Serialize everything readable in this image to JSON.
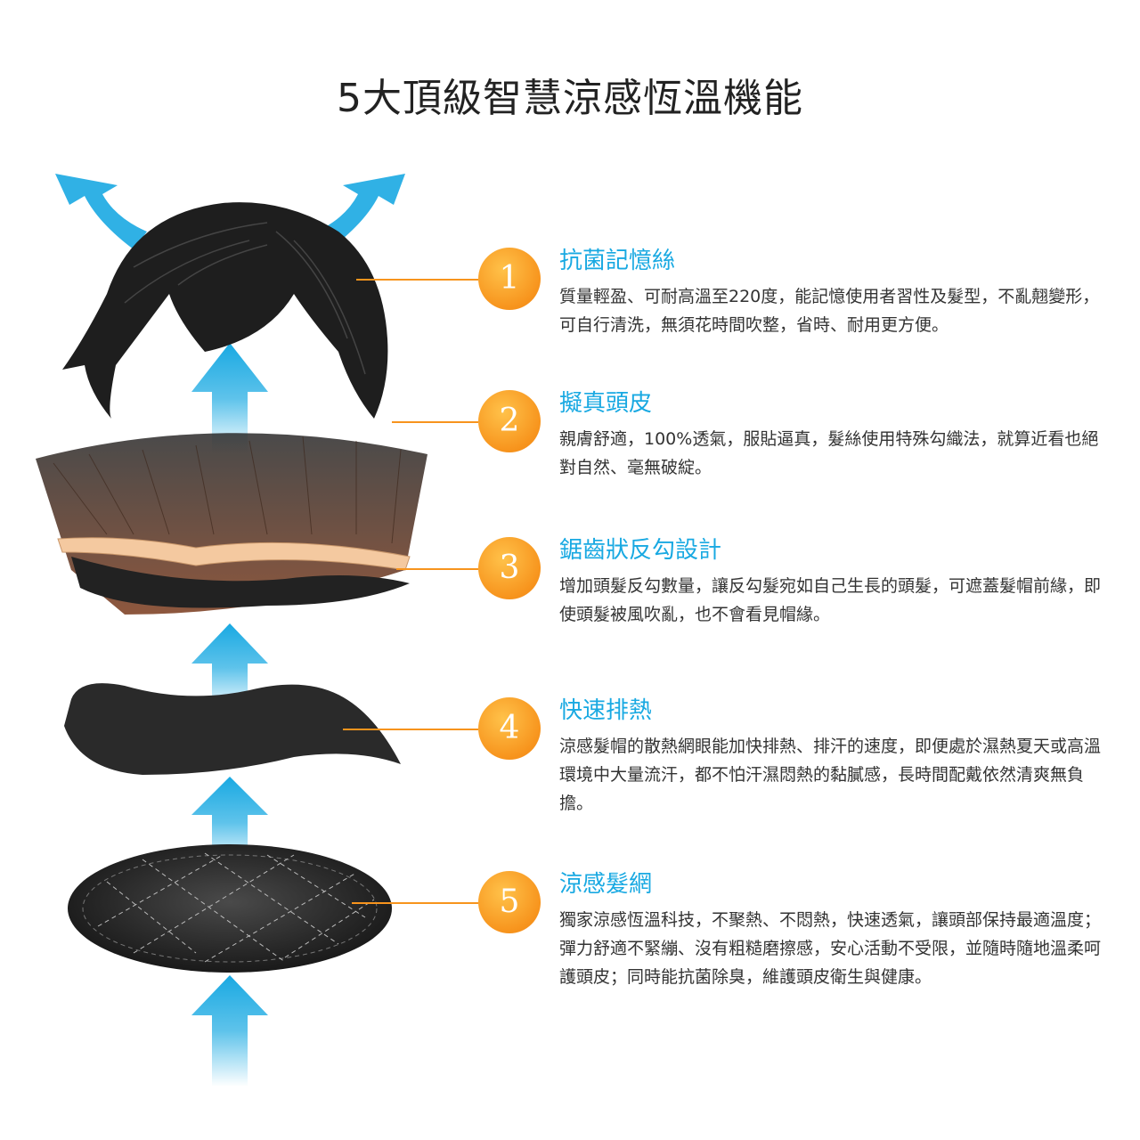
{
  "title": "5大頂級智慧涼感恆溫機能",
  "colors": {
    "accent_blue": "#19a9e2",
    "badge_orange": "#f7941d",
    "text": "#333333"
  },
  "features": [
    {
      "number": "1",
      "title": "抗菌記憶絲",
      "description": "質量輕盈、可耐高溫至220度，能記憶使用者習性及髮型，不亂翹變形，可自行清洗，無須花時間吹整，省時、耐用更方便。"
    },
    {
      "number": "2",
      "title": "擬真頭皮",
      "description": "親膚舒適，100%透氣，服貼逼真，髮絲使用特殊勾織法，就算近看也絕對自然、毫無破綻。"
    },
    {
      "number": "3",
      "title": "鋸齒狀反勾設計",
      "description": "增加頭髮反勾數量，讓反勾髮宛如自己生長的頭髮，可遮蓋髮帽前緣，即使頭髮被風吹亂，也不會看見帽緣。"
    },
    {
      "number": "4",
      "title": "快速排熱",
      "description": "涼感髮帽的散熱網眼能加快排熱、排汗的速度，即便處於濕熱夏天或高溫環境中大量流汗，都不怕汗濕悶熱的黏膩感，長時間配戴依然清爽無負擔。"
    },
    {
      "number": "5",
      "title": "涼感髮網",
      "description": "獨家涼感恆溫科技，不聚熱、不悶熱，快速透氣，讓頭部保持最適溫度；彈力舒適不緊繃、沒有粗糙磨擦感，安心活動不受限，並隨時隨地溫柔呵護頭皮；同時能抗菌除臭，維護頭皮衛生與健康。"
    }
  ]
}
